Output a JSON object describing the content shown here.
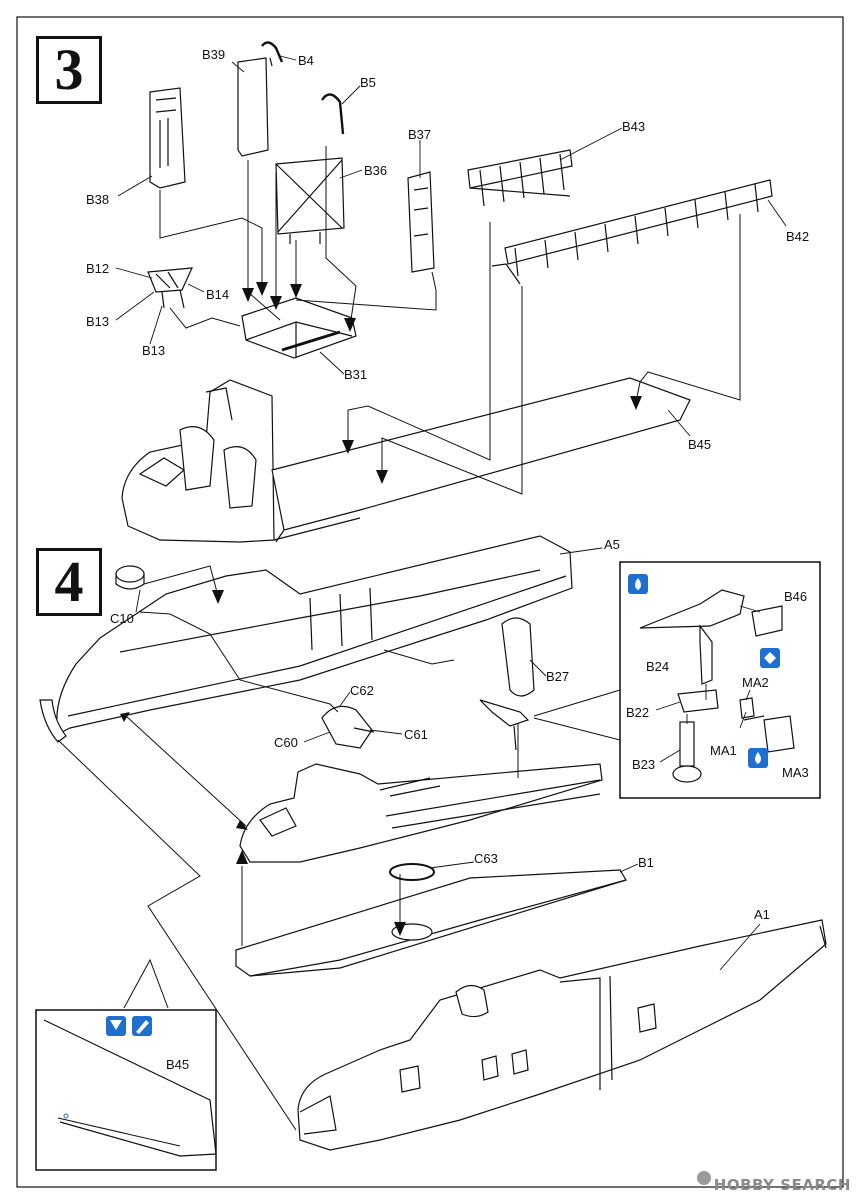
{
  "steps": {
    "step3": "3",
    "step4": "4"
  },
  "parts_step3": {
    "B39": "B39",
    "B4": "B4",
    "B5": "B5",
    "B36": "B36",
    "B37": "B37",
    "B38": "B38",
    "B43": "B43",
    "B42": "B42",
    "B12": "B12",
    "B14": "B14",
    "B13a": "B13",
    "B13b": "B13",
    "B31": "B31",
    "B45": "B45"
  },
  "parts_step4": {
    "A5": "A5",
    "C10": "C10",
    "C62": "C62",
    "C60": "C60",
    "C61": "C61",
    "B27": "B27",
    "C63": "C63",
    "B1": "B1",
    "A1": "A1",
    "B45_inset": "B45"
  },
  "gun_inset": {
    "B46": "B46",
    "B24": "B24",
    "MA2": "MA2",
    "B22": "B22",
    "MA1": "MA1",
    "B23": "B23",
    "MA3": "MA3"
  },
  "icons": [
    "paint-drop-icon",
    "flip-part-icon",
    "sand-icon",
    "glue-icon"
  ],
  "colors": {
    "icon_blue": "#1e6fd0",
    "line": "#111111"
  },
  "watermark": "HOBBY SEARCH"
}
